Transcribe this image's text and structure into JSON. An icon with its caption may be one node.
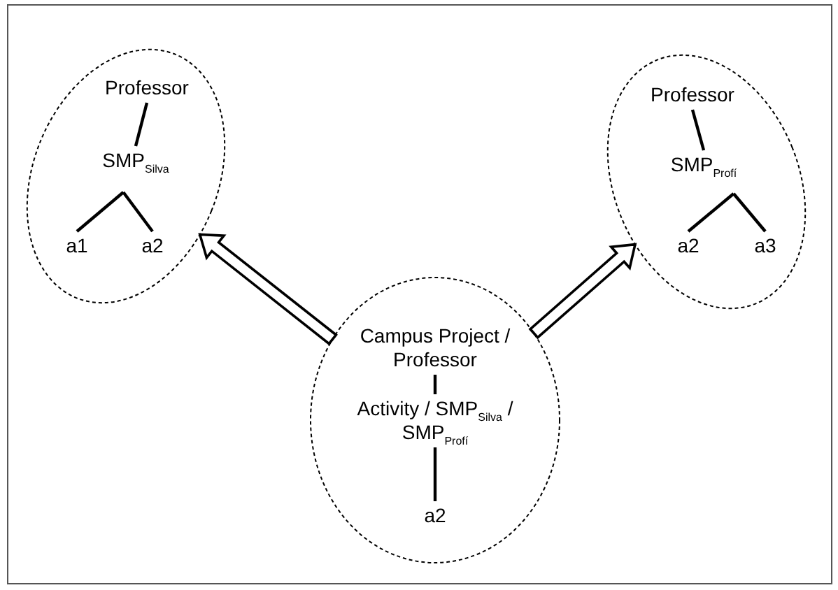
{
  "diagram": {
    "nodes": [
      {
        "text": [],
        "shape": "ellipse"
      },
      {
        "text": [
          "Professor"
        ],
        "in": 0
      },
      {
        "text": [
          "SMP$_{Silva}$"
        ],
        "in": 0
      },
      {
        "text": [
          "a1"
        ],
        "in": 0
      },
      {
        "text": [
          "a2"
        ],
        "in": 0
      },
      {
        "text": [],
        "shape": "ellipse"
      },
      {
        "text": [
          "Professor"
        ],
        "in": 5
      },
      {
        "text": [
          "SMP$_{Profí}$"
        ],
        "in": 5
      },
      {
        "text": [
          "a2"
        ],
        "in": 5
      },
      {
        "text": [
          "a3"
        ],
        "in": 5
      },
      {
        "text": [],
        "shape": "ellipse"
      },
      {
        "text": [
          "Campus Project / Professor"
        ],
        "in": 10
      },
      {
        "text": [
          "Activity / SMP$_{Silva}$ / SMP$_{Profí}$"
        ],
        "in": 10
      },
      {
        "text": [
          "a2"
        ],
        "in": 10
      }
    ],
    "edges": [
      {
        "from": 1,
        "to": 2,
        "arrow": "none"
      },
      {
        "from": 2,
        "to": 3,
        "arrow": "none"
      },
      {
        "from": 2,
        "to": 4,
        "arrow": "none"
      },
      {
        "from": 6,
        "to": 7,
        "arrow": "none"
      },
      {
        "from": 7,
        "to": 8,
        "arrow": "none"
      },
      {
        "from": 7,
        "to": 9,
        "arrow": "none"
      },
      {
        "from": 11,
        "to": 12,
        "arrow": "none"
      },
      {
        "from": 12,
        "to": 13,
        "arrow": "none"
      },
      {
        "from": 10,
        "to": 0,
        "arrow": "to",
        "style": "thick"
      },
      {
        "from": 10,
        "to": 5,
        "arrow": "to",
        "style": "thick"
      }
    ]
  }
}
